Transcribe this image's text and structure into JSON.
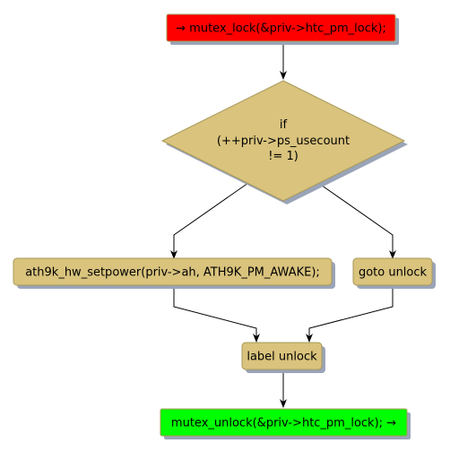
{
  "nodes": {
    "start": {
      "label": "→ mutex_lock(&priv->htc_pm_lock);",
      "color": "#ff0000"
    },
    "decision": {
      "lines": [
        "if",
        "(++priv->ps_usecount",
        "!= 1)"
      ],
      "color": "#d9c37d"
    },
    "setpower": {
      "label": "ath9k_hw_setpower(priv->ah, ATH9K_PM_AWAKE);",
      "color": "#d9c37d"
    },
    "goto": {
      "label": "goto unlock",
      "color": "#d9c37d"
    },
    "label_unlock": {
      "label": "label unlock",
      "color": "#d9c37d"
    },
    "end": {
      "label": "mutex_unlock(&priv->htc_pm_lock); →",
      "color": "#00ff00"
    }
  },
  "colors": {
    "shadow": "#9aa4b8",
    "border": "#a89858",
    "edge": "#000000"
  }
}
